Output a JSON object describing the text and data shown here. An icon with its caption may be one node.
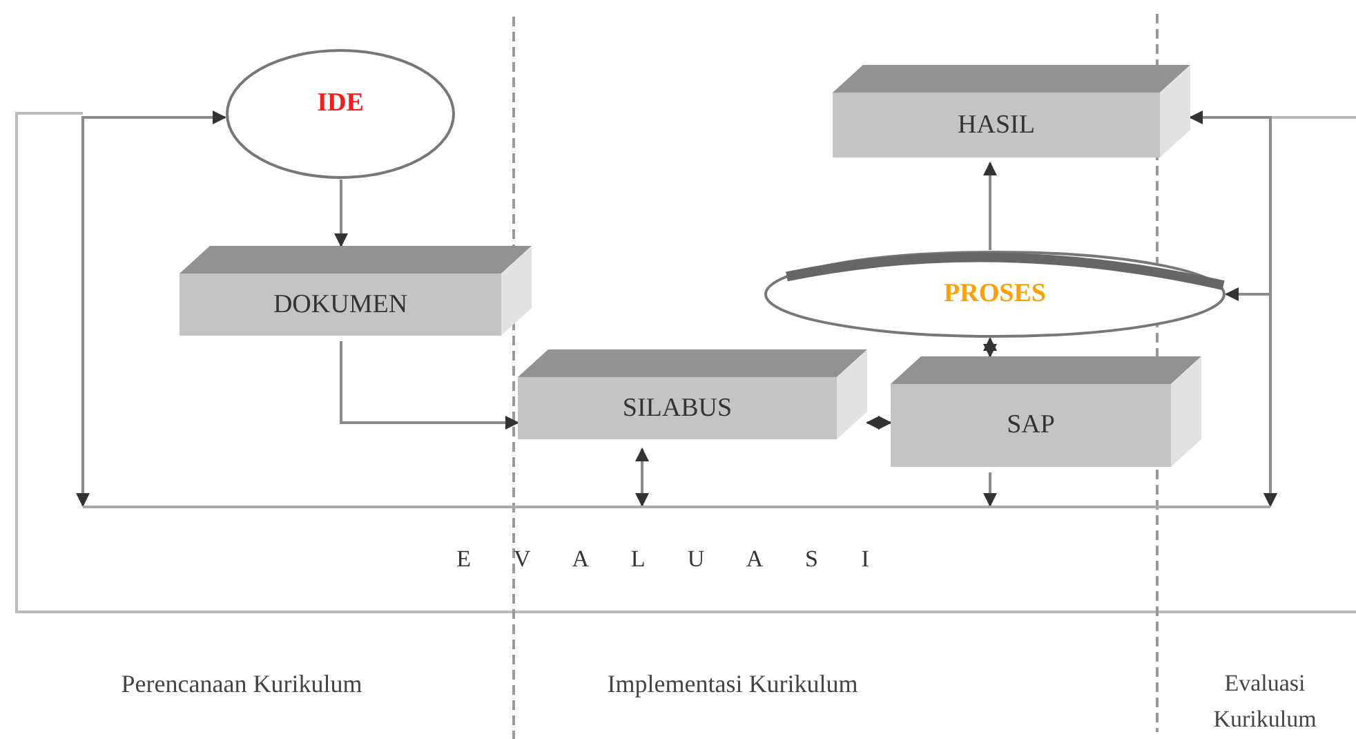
{
  "diagram": {
    "nodes": [
      {
        "text": [
          "IDE"
        ]
      },
      {
        "text": [
          "DOKUMEN"
        ]
      },
      {
        "text": [
          "HASIL"
        ]
      },
      {
        "text": [
          "PROSES"
        ]
      },
      {
        "text": [
          "SILABUS"
        ]
      },
      {
        "text": [
          "SAP"
        ]
      },
      {
        "text": [
          "E V A L U A S I"
        ]
      }
    ],
    "edges": [
      {
        "from": 0,
        "to": 1,
        "arrow": "to"
      },
      {
        "from": 1,
        "to": 4,
        "arrow": "to"
      },
      {
        "from": 4,
        "to": 5,
        "arrow": "both"
      },
      {
        "from": 3,
        "to": 5,
        "arrow": "both"
      },
      {
        "from": 3,
        "to": 2,
        "arrow": "to"
      },
      {
        "from": 4,
        "to": 6,
        "arrow": "both"
      },
      {
        "from": 5,
        "to": 6,
        "arrow": "to"
      },
      {
        "from": 6,
        "to": 0,
        "arrow": "both"
      },
      {
        "from": 6,
        "to": 2,
        "arrow": "both"
      },
      {
        "from": 6,
        "to": 3,
        "arrow": "both"
      }
    ],
    "labels": [
      "Perencanaan Kurikulum",
      "Implementasi Kurikulum",
      "Evaluasi Kurikulum"
    ]
  }
}
